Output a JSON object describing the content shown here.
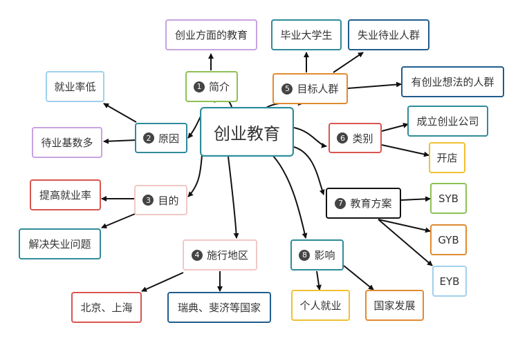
{
  "root": {
    "label": "创业教育"
  },
  "branches": {
    "intro": {
      "num": "1",
      "label": "简介"
    },
    "reason": {
      "num": "2",
      "label": "原因"
    },
    "purpose": {
      "num": "3",
      "label": "目的"
    },
    "region": {
      "num": "4",
      "label": "施行地区"
    },
    "target": {
      "num": "5",
      "label": "目标人群"
    },
    "category": {
      "num": "6",
      "label": "类别"
    },
    "plan": {
      "num": "7",
      "label": "教育方案"
    },
    "impact": {
      "num": "8",
      "label": "影响"
    }
  },
  "leaves": {
    "intro_1": "创业方面的教育",
    "reason_1": "就业率低",
    "reason_2": "待业基数多",
    "purpose_1": "提高就业率",
    "purpose_2": "解决失业问题",
    "region_1": "北京、上海",
    "region_2": "瑞典、斐济等国家",
    "target_1": "毕业大学生",
    "target_2": "失业待业人群",
    "target_3": "有创业想法的人群",
    "category_1": "成立创业公司",
    "category_2": "开店",
    "plan_1": "SYB",
    "plan_2": "GYB",
    "plan_3": "EYB",
    "impact_1": "个人就业",
    "impact_2": "国家发展"
  }
}
